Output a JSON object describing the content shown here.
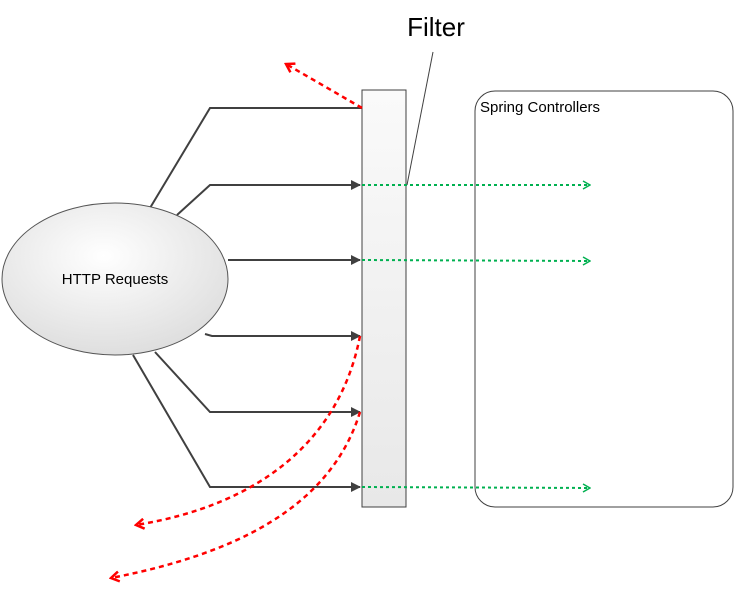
{
  "labels": {
    "filter": "Filter",
    "requests": "HTTP Requests",
    "controllers": "Spring Controllers"
  },
  "colors": {
    "line": "#404040",
    "rejected": "#ff0000",
    "passed": "#00b050"
  }
}
